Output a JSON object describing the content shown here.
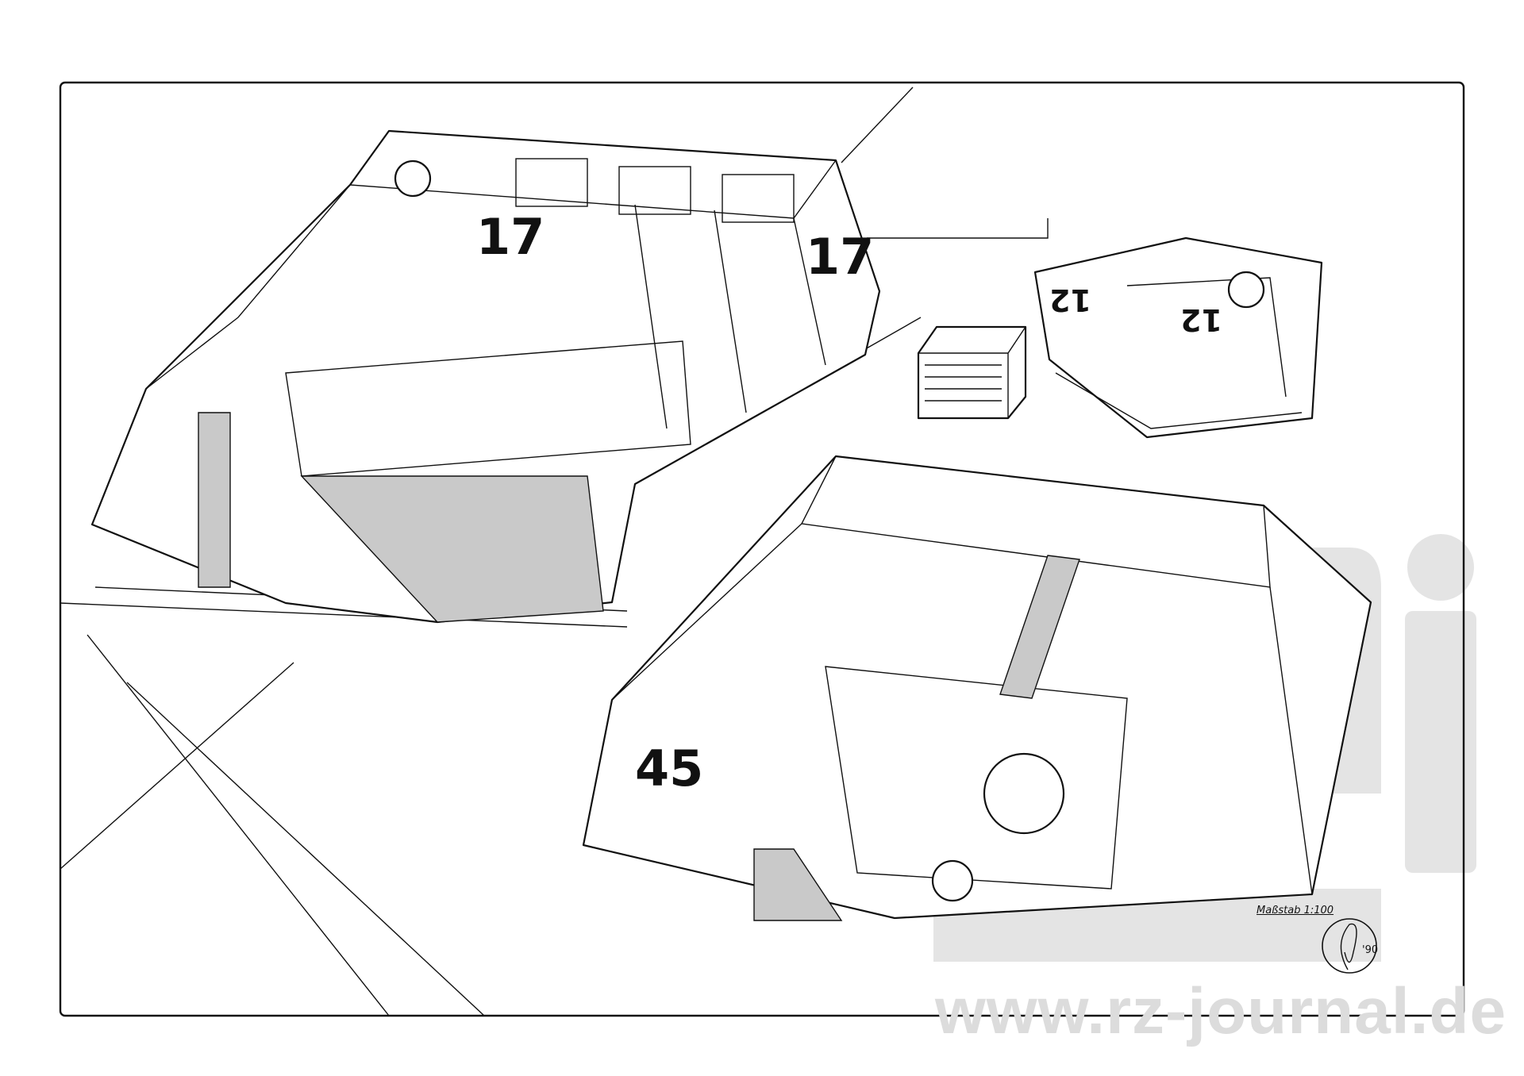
{
  "drawing": {
    "vehicle_numbers": {
      "left_roof": "17",
      "left_nose": "17",
      "right_front": "45",
      "tank_a": "12",
      "tank_b": "12"
    },
    "scale_label": "Maßstab 1:100",
    "signature_year": "'90",
    "watermark": "www.rz-journal.de"
  },
  "colors": {
    "ink": "#111111",
    "watermark": "#e4e4e4",
    "paper": "#ffffff"
  }
}
